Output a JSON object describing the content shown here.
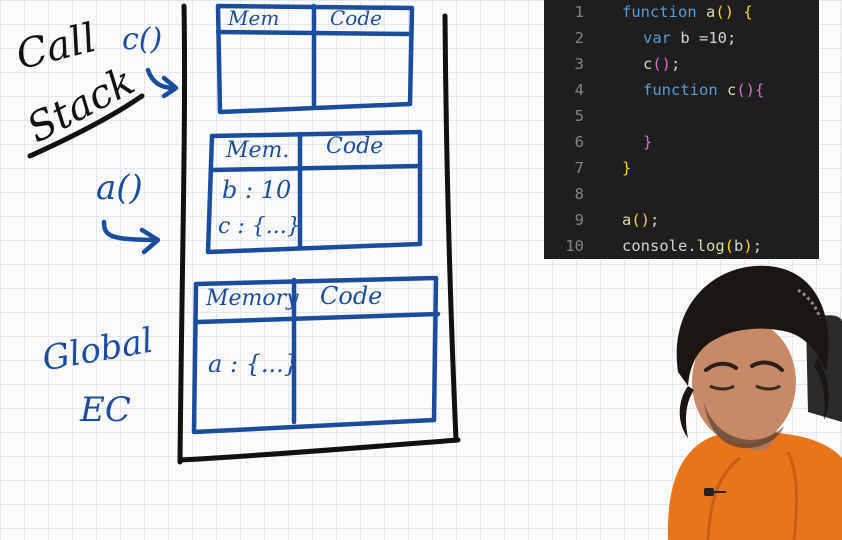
{
  "board": {
    "call_stack_label_line1": "Call",
    "call_stack_label_line2": "Stack",
    "c_label": "c()",
    "a_label": "a()",
    "global_label_line1": "Global",
    "global_label_line2": "EC",
    "frames": [
      {
        "memory_header": "Mem",
        "code_header": "Code",
        "memory_lines": []
      },
      {
        "memory_header": "Mem.",
        "code_header": "Code",
        "memory_lines": [
          "b : 10",
          "c : {...}"
        ]
      },
      {
        "memory_header": "Memory",
        "code_header": "Code",
        "memory_lines": [
          "a : {...}"
        ]
      }
    ]
  },
  "code_editor": {
    "lines": [
      {
        "num": "1",
        "text": "function a() {"
      },
      {
        "num": "2",
        "text": "var b =10;"
      },
      {
        "num": "3",
        "text": "c();"
      },
      {
        "num": "4",
        "text": "function c(){"
      },
      {
        "num": "5",
        "text": ""
      },
      {
        "num": "6",
        "text": "}"
      },
      {
        "num": "7",
        "text": "}"
      },
      {
        "num": "8",
        "text": ""
      },
      {
        "num": "9",
        "text": "a();"
      },
      {
        "num": "10",
        "text": "console.log(b);"
      }
    ],
    "colors": {
      "keyword": "#569cd6",
      "function_name": "#dcdcaa",
      "brace": "#ffd700",
      "inner_brace": "#da70d6",
      "text": "#d4d4d4",
      "method": "#4fc1ff"
    }
  },
  "presenter": {
    "shirt_color": "#e8741c",
    "hair_color": "#1c1613"
  }
}
